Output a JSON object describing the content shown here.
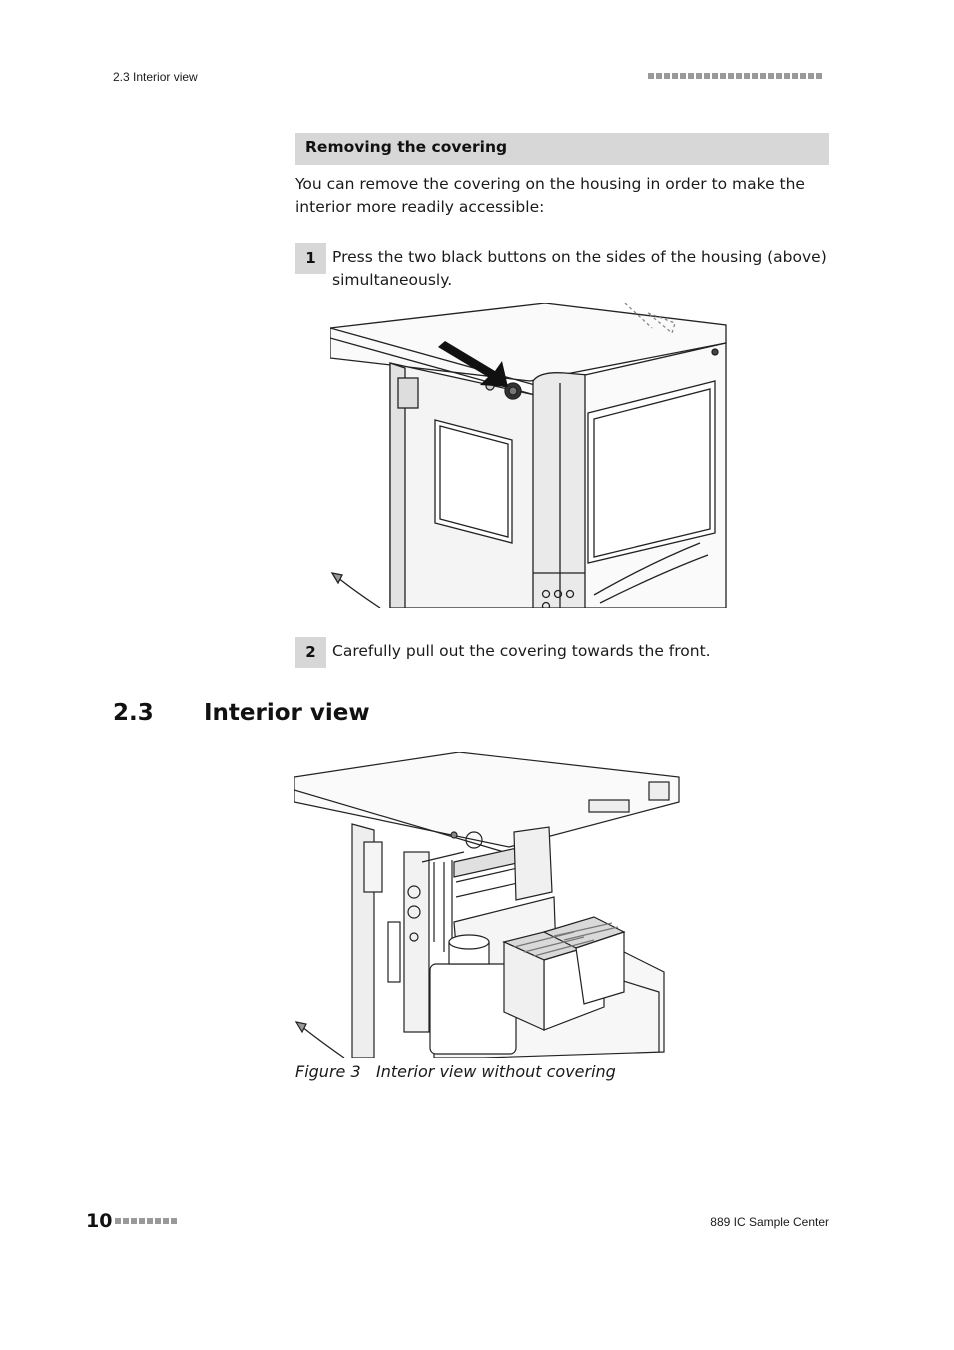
{
  "header": {
    "section_ref": "2.3 Interior view"
  },
  "removing_section": {
    "title": "Removing the covering",
    "intro": "You can remove the covering on the housing in order to make the interior more readily accessible:"
  },
  "steps": [
    {
      "number": "1",
      "text": "Press the two black buttons on the sides of the housing (above) simultaneously."
    },
    {
      "number": "2",
      "text": "Carefully pull out the covering towards the front."
    }
  ],
  "heading": {
    "number": "2.3",
    "title": "Interior view"
  },
  "figure": {
    "label": "Figure 3",
    "caption": "Interior view without covering"
  },
  "footer": {
    "page_number": "10",
    "product": "889 IC Sample Center"
  }
}
